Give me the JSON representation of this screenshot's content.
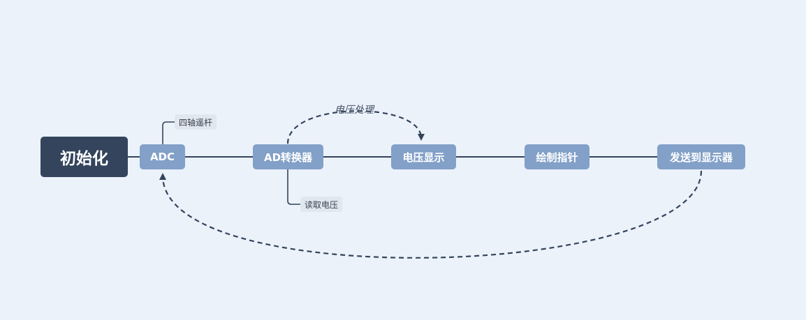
{
  "diagram": {
    "root": {
      "label": "初始化"
    },
    "steps": [
      {
        "label": "ADC"
      },
      {
        "label": "AD转换器"
      },
      {
        "label": "电压显示"
      },
      {
        "label": "绘制指针"
      },
      {
        "label": "发送到显示器"
      }
    ],
    "notes": {
      "adc_note": "四轴遥杆",
      "ad_converter_note": "读取电压"
    },
    "relations": {
      "ad_to_display": "电压处理"
    }
  },
  "colors": {
    "background": "#ebf2fa",
    "root_fill": "#33445c",
    "step_fill": "#82a0c8",
    "connector": "#33445c",
    "tag_fill": "#e1e7ee"
  }
}
